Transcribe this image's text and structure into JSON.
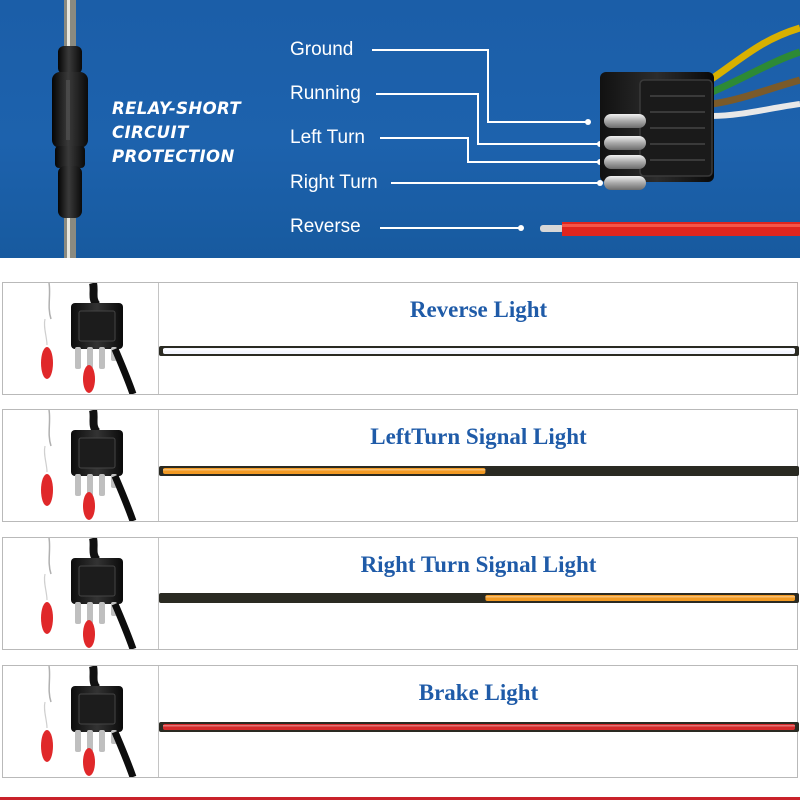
{
  "banner": {
    "protection_lines": [
      "RELAY-SHORT",
      "CIRCUIT",
      "PROTECTION"
    ],
    "wires": [
      {
        "label": "Ground"
      },
      {
        "label": "Running"
      },
      {
        "label": "Left Turn"
      },
      {
        "label": "Right Turn"
      },
      {
        "label": "Reverse"
      }
    ],
    "colors": {
      "background": "#1b5ea8",
      "reverse_wire": "#e0251e"
    }
  },
  "rows": [
    {
      "title": "Reverse Light",
      "strip": "white",
      "lit_portion": "full"
    },
    {
      "title": "LeftTurn Signal Light",
      "strip": "amber",
      "lit_portion": "left-half"
    },
    {
      "title": "Right Turn Signal Light",
      "strip": "amber",
      "lit_portion": "right-half"
    },
    {
      "title": "Brake Light",
      "strip": "red",
      "lit_portion": "full"
    }
  ],
  "colors": {
    "title_text": "#1f5ba8",
    "white_light": "#f4f6ff",
    "amber_light": "#f29a24",
    "red_light": "#d42a2a",
    "unlit_strip": "#2a2a22"
  }
}
